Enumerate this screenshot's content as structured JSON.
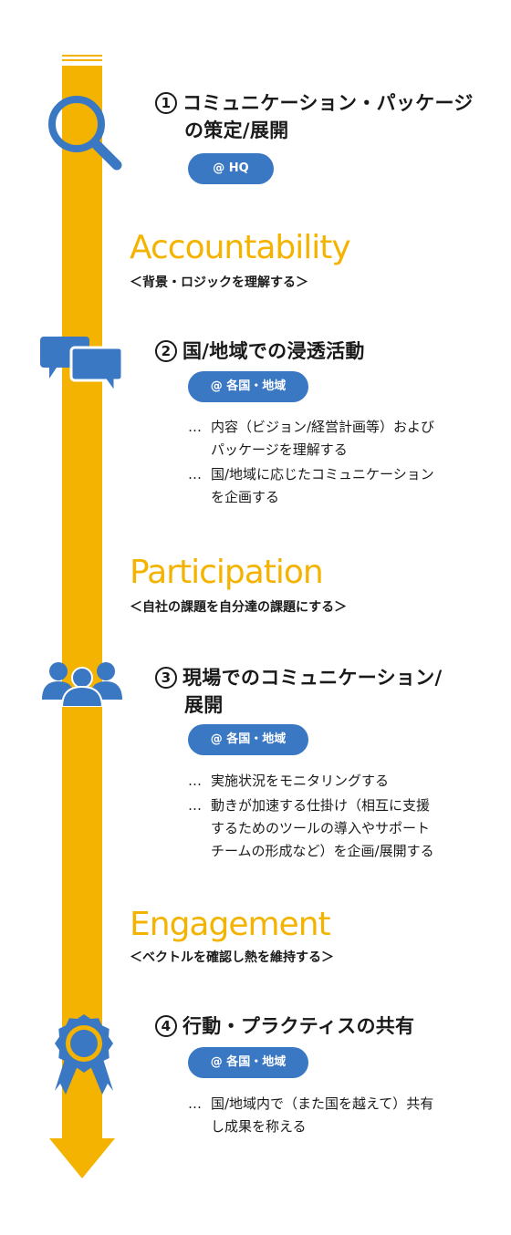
{
  "colors": {
    "timeline": "#F5B301",
    "accent_blue": "#3A78C3",
    "phase_title": "#F5B301",
    "text": "#1a1a1a",
    "badge_text": "#ffffff"
  },
  "steps": [
    {
      "number": "1",
      "title_lines": [
        "コミュニケーション・パッケージ",
        "の策定/展開"
      ],
      "badge": "@ HQ",
      "icon": "magnifier-icon",
      "bullets": []
    },
    {
      "number": "2",
      "title_lines": [
        "国/地域での浸透活動"
      ],
      "badge": "@ 各国・地域",
      "icon": "speech-bubbles-icon",
      "bullets": [
        [
          "内容（ビジョン/経営計画等）および",
          "パッケージを理解する"
        ],
        [
          "国/地域に応じたコミュニケーション",
          "を企画する"
        ]
      ]
    },
    {
      "number": "3",
      "title_lines": [
        "現場でのコミュニケーション/",
        "展開"
      ],
      "badge": "@ 各国・地域",
      "icon": "people-group-icon",
      "bullets": [
        [
          "実施状況をモニタリングする"
        ],
        [
          "動きが加速する仕掛け（相互に支援",
          "するためのツールの導入やサポート",
          "チームの形成など）を企画/展開する"
        ]
      ]
    },
    {
      "number": "4",
      "title_lines": [
        "行動・プラクティスの共有"
      ],
      "badge": "@ 各国・地域",
      "icon": "award-ribbon-icon",
      "bullets": [
        [
          "国/地域内で（また国を越えて）共有",
          "し成果を称える"
        ]
      ]
    }
  ],
  "phases": [
    {
      "name": "Accountability",
      "subtitle": "＜背景・ロジックを理解する＞"
    },
    {
      "name": "Participation",
      "subtitle": "＜自社の課題を自分達の課題にする＞"
    },
    {
      "name": "Engagement",
      "subtitle": "＜ベクトルを確認し熱を維持する＞"
    }
  ],
  "bullet_marker": "…"
}
